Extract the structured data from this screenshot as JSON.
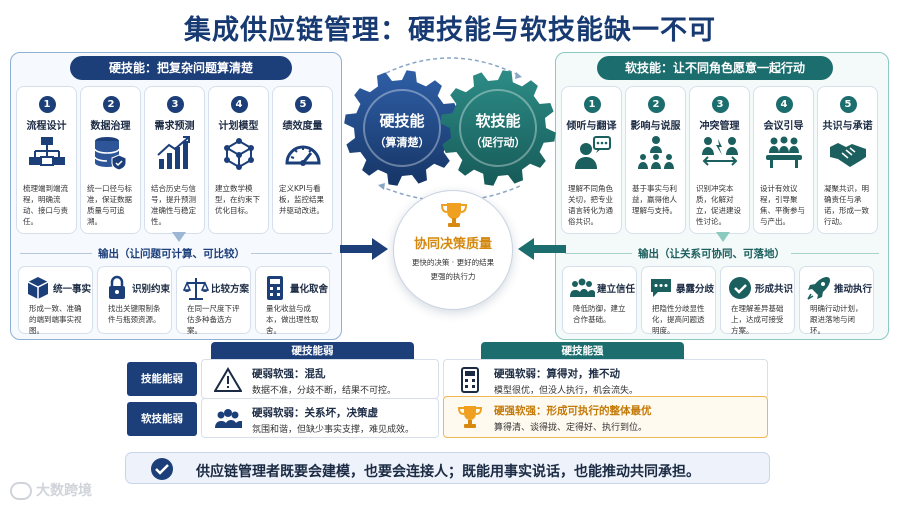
{
  "title": "集成供应链管理：硬技能与软技能缺一不可",
  "colors": {
    "navy": "#1c3f7a",
    "teal": "#1c6e6e",
    "orange": "#f0a020"
  },
  "hard": {
    "header": "硬技能：把复杂问题算清楚",
    "cards": [
      {
        "num": "1",
        "title": "流程设计",
        "icon": "flowchart-icon",
        "desc": "梳理端到端流程，明确流动、接口与责任。"
      },
      {
        "num": "2",
        "title": "数据治理",
        "icon": "database-shield-icon",
        "desc": "统一口径与标准，保证数据质量与可追溯。"
      },
      {
        "num": "3",
        "title": "需求预测",
        "icon": "growth-chart-icon",
        "desc": "结合历史与信号，提升预测准确性与稳定性。"
      },
      {
        "num": "4",
        "title": "计划模型",
        "icon": "cube-network-icon",
        "desc": "建立数学模型，在约束下优化目标。"
      },
      {
        "num": "5",
        "title": "绩效度量",
        "icon": "gauge-icon",
        "desc": "定义KPI与看板，监控结果并驱动改进。"
      }
    ],
    "output_title": "输出（让问题可计算、可比较）",
    "outputs": [
      {
        "title": "统一事实",
        "icon": "cube-icon",
        "desc": "形成一致、准确的端到端事实视图。"
      },
      {
        "title": "识别约束",
        "icon": "lock-icon",
        "desc": "找出关键限制条件与瓶颈资源。"
      },
      {
        "title": "比较方案",
        "icon": "balance-scale-icon",
        "desc": "在同一尺度下评估多种备选方案。"
      },
      {
        "title": "量化取舍",
        "icon": "calculator-icon",
        "desc": "量化收益与成本，做出理性取舍。"
      }
    ]
  },
  "soft": {
    "header": "软技能：让不同角色愿意一起行动",
    "cards": [
      {
        "num": "1",
        "title": "倾听与翻译",
        "icon": "speaker-bubble-icon",
        "desc": "理解不同角色关切，把专业语言转化为通俗共识。"
      },
      {
        "num": "2",
        "title": "影响与说服",
        "icon": "team-presenter-icon",
        "desc": "基于事实与利益，赢得他人理解与支持。"
      },
      {
        "num": "3",
        "title": "冲突管理",
        "icon": "conflict-icon",
        "desc": "识别冲突本质，化解对立，促进建设性讨论。"
      },
      {
        "num": "4",
        "title": "会议引导",
        "icon": "meeting-table-icon",
        "desc": "设计有效议程，引导聚焦、平衡参与与产出。"
      },
      {
        "num": "5",
        "title": "共识与承诺",
        "icon": "handshake-icon",
        "desc": "凝聚共识，明确责任与承诺，形成一致行动。"
      }
    ],
    "output_title": "输出（让关系可协同、可落地）",
    "outputs": [
      {
        "title": "建立信任",
        "icon": "people-group-icon",
        "desc": "降低防御，建立合作基础。"
      },
      {
        "title": "暴露分歧",
        "icon": "chat-dots-icon",
        "desc": "把隐性分歧显性化，提高问题透明度。"
      },
      {
        "title": "形成共识",
        "icon": "check-circle-icon",
        "desc": "在理解差异基础上，达成可接受方案。"
      },
      {
        "title": "推动执行",
        "icon": "rocket-icon",
        "desc": "明确行动计划，跟进落地与闭环。"
      }
    ]
  },
  "gears": {
    "hard": {
      "line1": "硬技能",
      "line2": "（算清楚）"
    },
    "soft": {
      "line1": "软技能",
      "line2": "（促行动）"
    }
  },
  "center": {
    "title": "协同决策质量",
    "line1": "更快的决策 · 更好的结果",
    "line2": "更强的执行力"
  },
  "matrix": {
    "col_weak": "硬技能弱",
    "col_strong": "硬技能强",
    "row_hard": "技能能弱",
    "row_soft": "软技能弱",
    "cells": [
      {
        "title": "硬弱软强：混乱",
        "desc": "数据不准，分歧不断，结果不可控。",
        "icon": "warning-icon"
      },
      {
        "title": "硬强软弱：算得对，推不动",
        "desc": "模型很优，但没人执行，机会流失。",
        "icon": "calculator-icon"
      },
      {
        "title": "硬弱软弱：关系坏，决策虚",
        "desc": "氛围和谐，但缺少事实支撑，难见成效。",
        "icon": "people-group-icon"
      },
      {
        "title": "硬强软强：形成可执行的整体最优",
        "desc": "算得清、谈得拢、定得好、执行到位。",
        "icon": "trophy-icon"
      }
    ]
  },
  "footer": "供应链管理者既要会建模，也要会连接人；既能用事实说话，也能推动共同承担。",
  "watermark": "大数跨境"
}
